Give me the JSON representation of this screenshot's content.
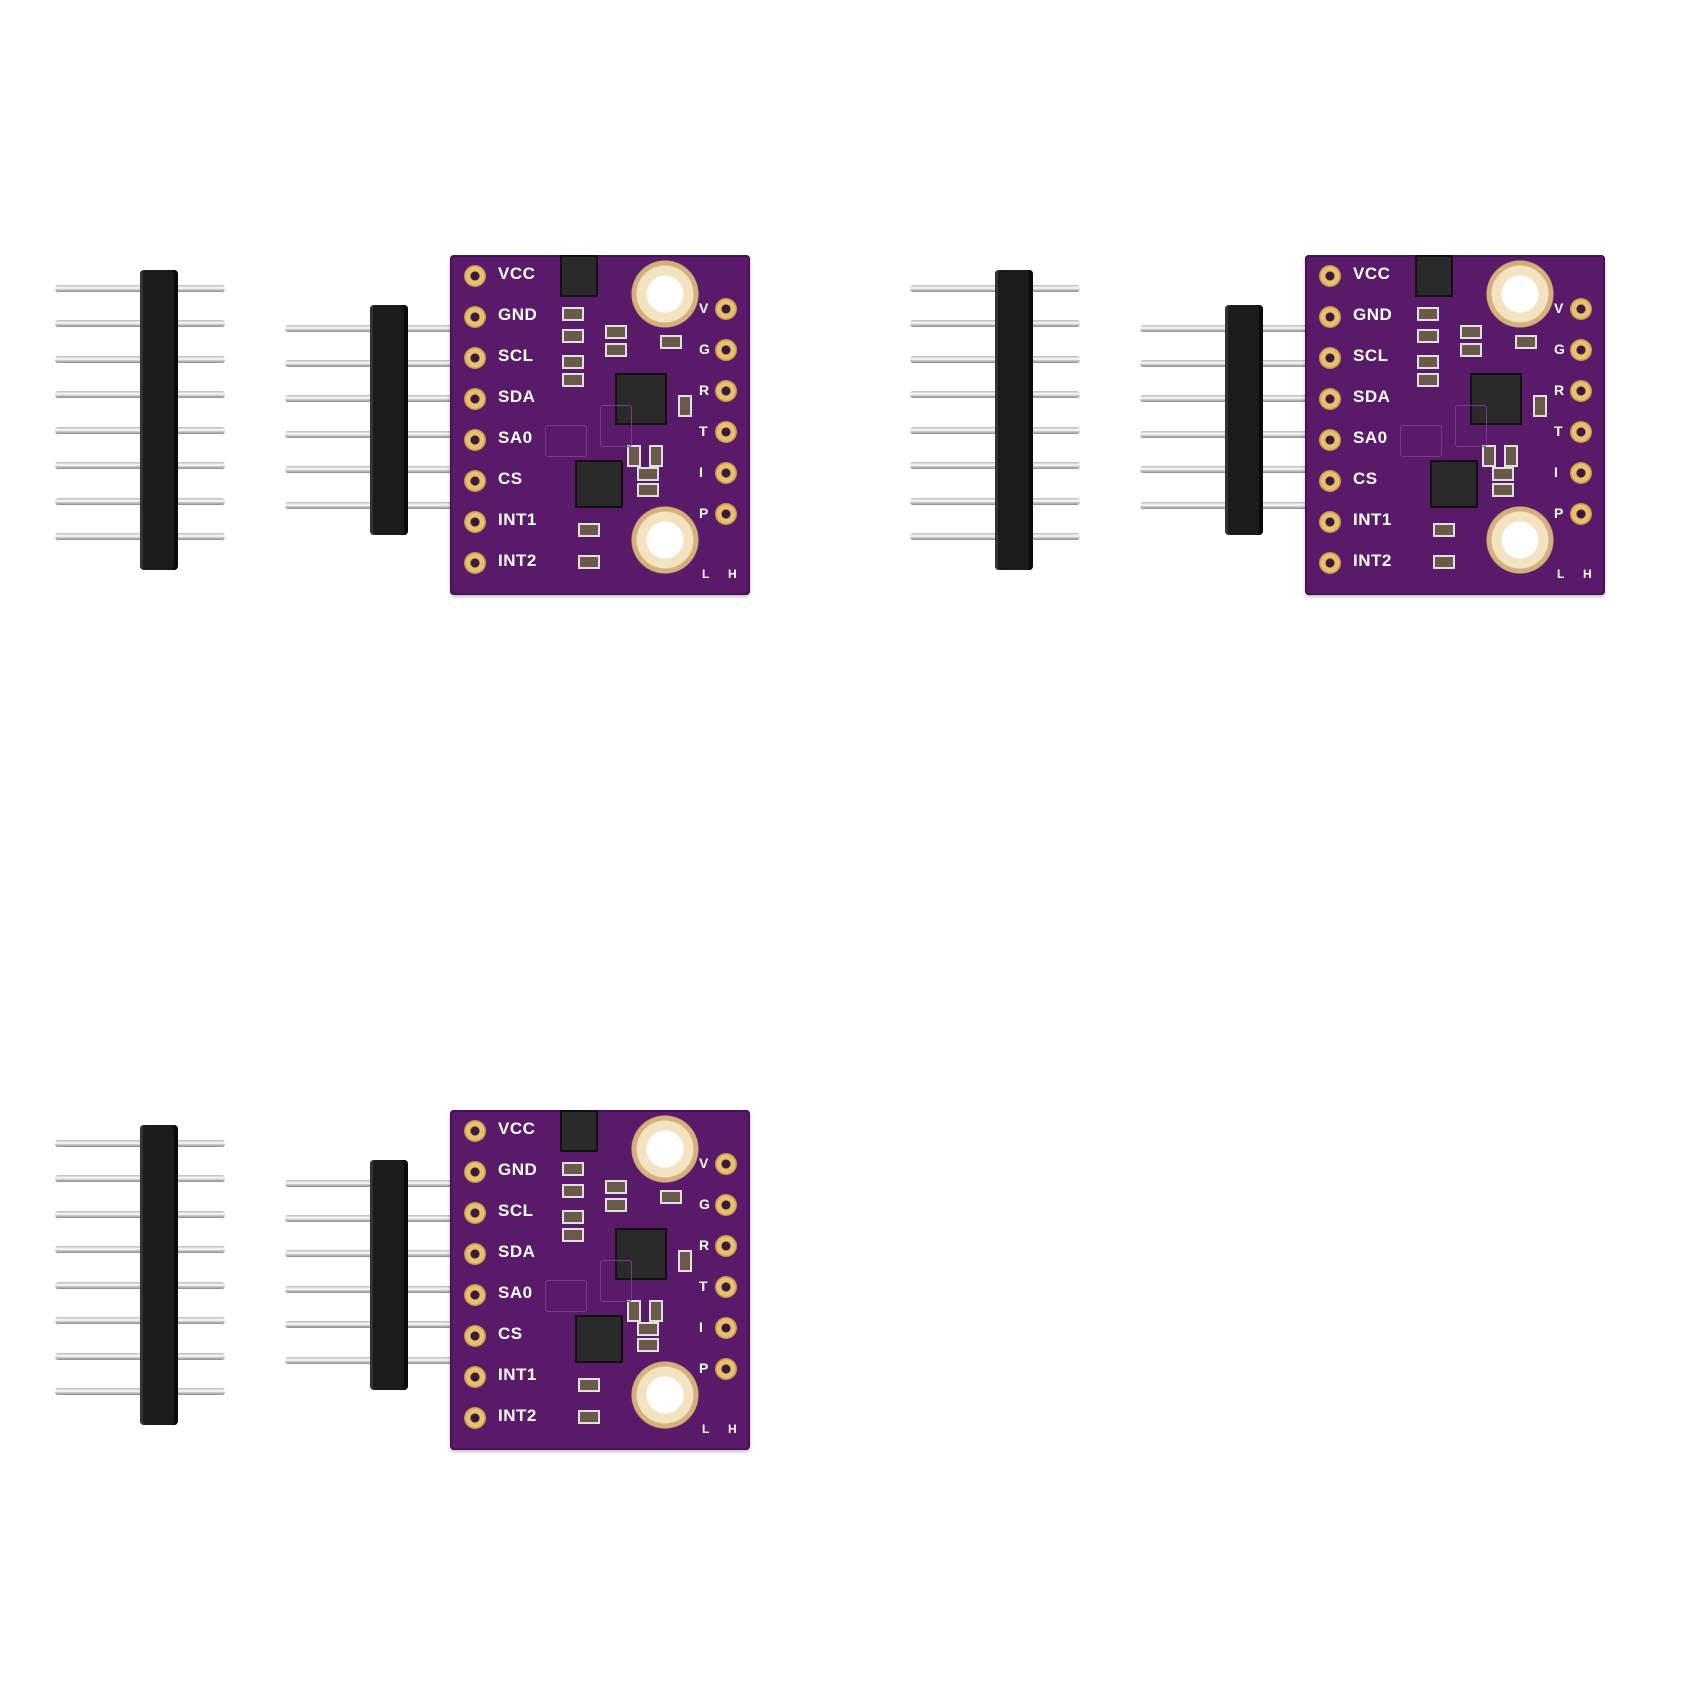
{
  "board": {
    "left_labels": [
      "VCC",
      "GND",
      "SCL",
      "SDA",
      "SA0",
      "CS",
      "INT1",
      "INT2"
    ],
    "right_labels": [
      "V",
      "G",
      "R",
      "T",
      "I",
      "P"
    ],
    "jumper_labels": [
      "L",
      "H"
    ]
  },
  "colors": {
    "pcb": "#5a1a6a",
    "header": "#1b1b1b",
    "pin": "#d2d2d2",
    "background": "#ffffff"
  }
}
